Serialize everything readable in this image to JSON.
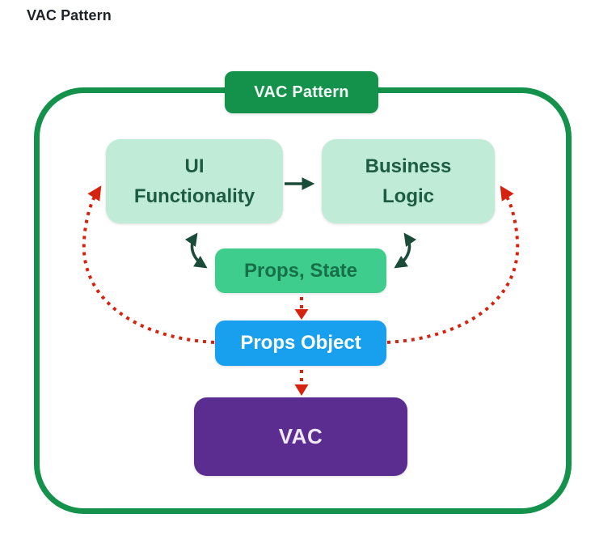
{
  "page": {
    "title": "VAC Pattern"
  },
  "diagram": {
    "badge": {
      "label": "VAC Pattern"
    },
    "nodes": [
      {
        "id": "ui-functionality",
        "label": "UI\nFunctionality"
      },
      {
        "id": "business-logic",
        "label": "Business\nLogic"
      },
      {
        "id": "props-state",
        "label": "Props, State"
      },
      {
        "id": "props-object",
        "label": "Props Object"
      },
      {
        "id": "vac",
        "label": "VAC"
      }
    ],
    "edges": [
      {
        "from": "ui-functionality",
        "to": "business-logic",
        "style": "solid-arrow"
      },
      {
        "from": "ui-functionality",
        "to": "props-state",
        "style": "solid-double-arrow"
      },
      {
        "from": "business-logic",
        "to": "props-state",
        "style": "solid-double-arrow"
      },
      {
        "from": "props-state",
        "to": "props-object",
        "style": "red-dotted-arrow"
      },
      {
        "from": "props-object",
        "to": "vac",
        "style": "red-dotted-arrow"
      },
      {
        "from": "props-object",
        "to": "ui-functionality",
        "style": "red-dotted-curve"
      },
      {
        "from": "props-object",
        "to": "business-logic",
        "style": "red-dotted-curve"
      }
    ],
    "colors": {
      "frame-green": "#14914a",
      "mint": "#bfebd7",
      "mint-text": "#1d5c42",
      "emerald": "#3ecd8d",
      "emerald-text": "#187049",
      "blue": "#18a0ef",
      "purple": "#5c2d90",
      "red": "#d6230f",
      "arrow-dark": "#1b4b39"
    }
  }
}
